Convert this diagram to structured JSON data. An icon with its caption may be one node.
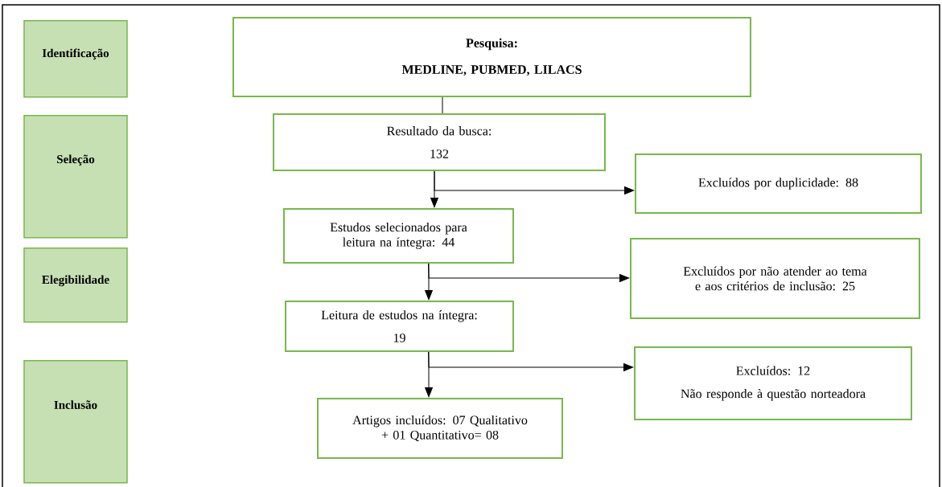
{
  "diagram": {
    "nodes": [
      {
        "text": [
          "Identificação"
        ]
      },
      {
        "text": [
          "Seleção"
        ]
      },
      {
        "text": [
          "Elegibilidade"
        ]
      },
      {
        "text": [
          "Inclusão"
        ]
      },
      {
        "text": [
          "Pesquisa:",
          "MEDLINE, PUBMED, LILACS"
        ]
      },
      {
        "text": [
          "Resultado da busca:",
          "132"
        ]
      },
      {
        "text": [
          "Excluídos por duplicidade: 88"
        ]
      },
      {
        "text": [
          "Estudos selecionados para leitura na íntegra: 44"
        ]
      },
      {
        "text": [
          "Excluídos por não atender ao tema e aos critérios de inclusão: 25"
        ]
      },
      {
        "text": [
          "Leitura de estudos na íntegra:",
          "19"
        ]
      },
      {
        "text": [
          "Excluídos: 12",
          "Não responde à questão norteadora"
        ]
      },
      {
        "text": [
          "Artigos incluídos: 07 Qualitativo + 01 Quantitativo= 08"
        ]
      }
    ],
    "edges": [
      {
        "from": 4,
        "to": 5,
        "arrow": "none"
      },
      {
        "from": 5,
        "to": 7,
        "arrow": "to"
      },
      {
        "from": 5,
        "to": 6,
        "arrow": "to"
      },
      {
        "from": 7,
        "to": 9,
        "arrow": "to"
      },
      {
        "from": 7,
        "to": 8,
        "arrow": "to"
      },
      {
        "from": 9,
        "to": 11,
        "arrow": "to"
      },
      {
        "from": 9,
        "to": 10,
        "arrow": "to"
      }
    ]
  }
}
